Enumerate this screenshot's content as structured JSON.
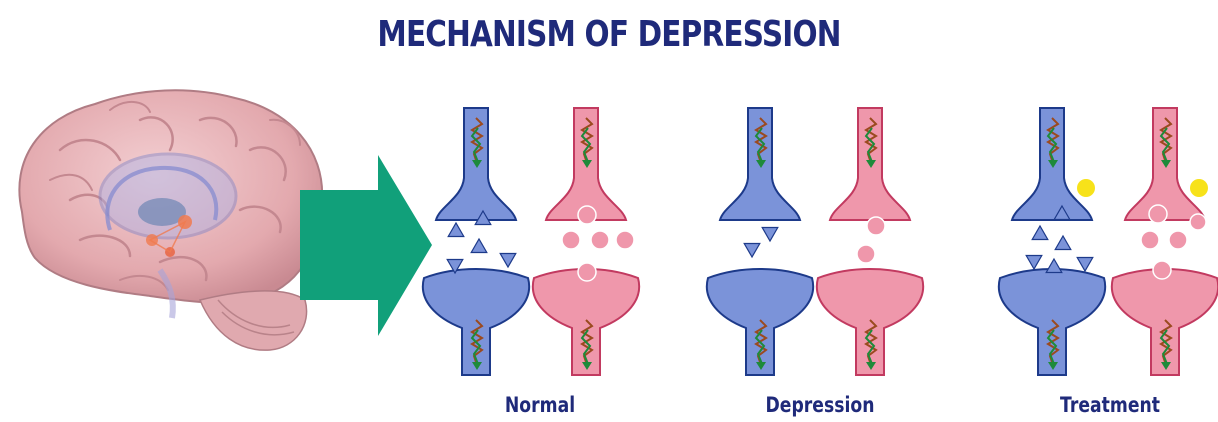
{
  "title": "MECHANISM OF DEPRESSION",
  "panels": [
    {
      "label": "Normal"
    },
    {
      "label": "Depression"
    },
    {
      "label": "Treatment"
    }
  ],
  "colors": {
    "title": "#1f2a7a",
    "label": "#1f2a7a",
    "blue_neuron": "#7b93d9",
    "blue_outline": "#1d3a8a",
    "pink_neuron": "#ef97ab",
    "pink_outline": "#c23a60",
    "arrow": "#11a07a",
    "drug": "#f7e21a",
    "brain": "#e8b4b8"
  }
}
